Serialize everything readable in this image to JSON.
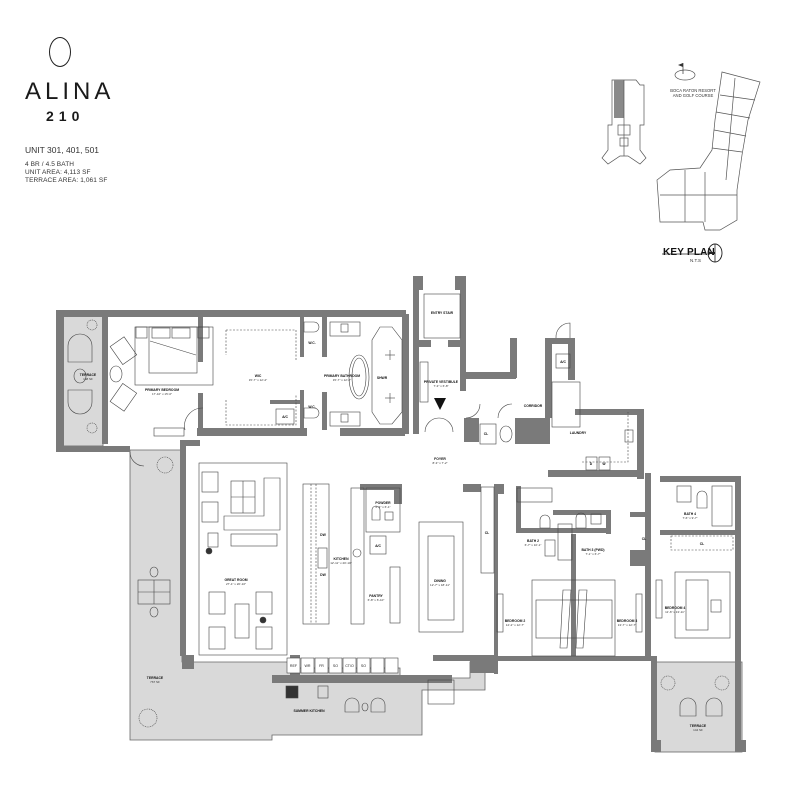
{
  "header": {
    "brand": "ALINA",
    "building_number": "210",
    "unit_label": "UNIT 301, 401, 501",
    "specs": [
      "4 BR  / 4.5 BATH",
      "UNIT AREA:  4,113 SF",
      "TERRACE AREA: 1,061 SF"
    ]
  },
  "key_plan": {
    "title": "KEY PLAN",
    "scale": "N.T.S",
    "landmark": [
      "BOCA RATON RESORT",
      "AND GOLF COURSE"
    ]
  },
  "rooms": {
    "terrace_west": {
      "name": "TERRACE",
      "area": "148 SF"
    },
    "primary_bedroom": {
      "name": "PRIMARY BEDROOM",
      "dims": "17'-10\" x 15'-0\""
    },
    "wic": {
      "name": "WIC",
      "dims": "15'-7\" x 12'-2\""
    },
    "wc_top": {
      "name": "W.C."
    },
    "wc_bottom": {
      "name": "W.C."
    },
    "ac_primary": {
      "name": "A/C"
    },
    "primary_bathroom": {
      "name": "PRIMARY BATHROOM",
      "dims": "15'-7\" x 12'-2\""
    },
    "shower": {
      "name": "SHWR"
    },
    "entry": {
      "name": "ENTRY STAIR"
    },
    "private_vestibule": {
      "name": "PRIVATE VESTIBULE",
      "dims": "7'-3\" x 6'-8\""
    },
    "corridor": {
      "name": "CORRIDOR"
    },
    "ac_service": {
      "name": "A/C"
    },
    "laundry": {
      "name": "LAUNDRY"
    },
    "dryer": {
      "name": "D"
    },
    "washer": {
      "name": "W"
    },
    "foyer": {
      "name": "FOYER",
      "dims": "8'-3\" x 7'-2\""
    },
    "closet_foyer": {
      "name": "CL"
    },
    "great_room": {
      "name": "GREAT ROOM",
      "dims": "27'-1\" x 20'-10\""
    },
    "kitchen": {
      "name": "KITCHEN",
      "dims": "12'-11\" x 20'-10\""
    },
    "dw_top": {
      "name": "DW"
    },
    "dw_bottom": {
      "name": "DW"
    },
    "powder": {
      "name": "POWDER",
      "dims": "6'-3\" x 6'-1\""
    },
    "ac_kitchen": {
      "name": "A/C"
    },
    "pantry": {
      "name": "PANTRY",
      "dims": "6'-8\" x 6'-10\""
    },
    "dining": {
      "name": "DINING",
      "dims": "12'-7\" x 18'-11\""
    },
    "closet_hall": {
      "name": "CL"
    },
    "bath_2": {
      "name": "BATH 2",
      "dims": "6'-7\" x 10'-1\""
    },
    "bath_3": {
      "name": "BATH 3 (PWD)",
      "dims": "7'-1\" x 6'-7\""
    },
    "bedroom_2": {
      "name": "BEDROOM 2",
      "dims": "14'-2\" x 12'-7\""
    },
    "bedroom_3": {
      "name": "BEDROOM 3",
      "dims": "13'-7\" x 12'-7\""
    },
    "bath_4": {
      "name": "BATH 4",
      "dims": "7'-6\" x 9'-7\""
    },
    "closet_bath4": {
      "name": "CL"
    },
    "closet_bed4": {
      "name": "CL"
    },
    "bedroom_4": {
      "name": "BEDROOM 4",
      "dims": "11'-6\" x 13'-11\""
    },
    "terrace_south": {
      "name": "TERRACE",
      "area": "767 SF"
    },
    "summer_kitchen": {
      "name": "SUMMER KITCHEN"
    },
    "terrace_east": {
      "name": "TERRACE",
      "area": "144 SF"
    }
  },
  "appliances": [
    "REF",
    "WR",
    "FR",
    "SO",
    "CT/O",
    "SO",
    "",
    ""
  ],
  "colors": {
    "wall": "#7a7a7a",
    "terrace": "#d9d9d9",
    "line": "#333333",
    "text": "#1a1a1a"
  }
}
